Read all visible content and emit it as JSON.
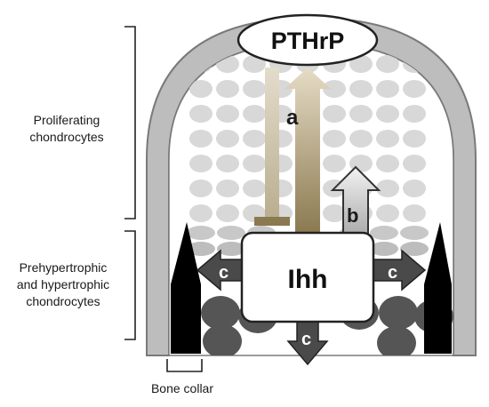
{
  "labels": {
    "pthrp": "PTHrP",
    "ihh": "Ihh",
    "arrow_a": "a",
    "arrow_b": "b",
    "arrow_c": "c",
    "proliferating": [
      "Proliferating",
      "chondrocytes"
    ],
    "hypertrophic": [
      "Prehypertrophic",
      "and hypertrophic",
      "chondrocytes"
    ],
    "bone_collar": "Bone collar"
  },
  "colors": {
    "perichondrium": "#b8b8b8",
    "outline": "#7a7a7a",
    "proliferating_cell": "#d8d8d8",
    "prehypertrophic_cell": "#bdbdbd",
    "hypertrophic_cell": "#555555",
    "bone_collar": "#000000",
    "arrow_a_bar": "#c9bfa6",
    "arrow_a_up": "#b5a57f",
    "arrow_c": "#4a4a4a"
  }
}
